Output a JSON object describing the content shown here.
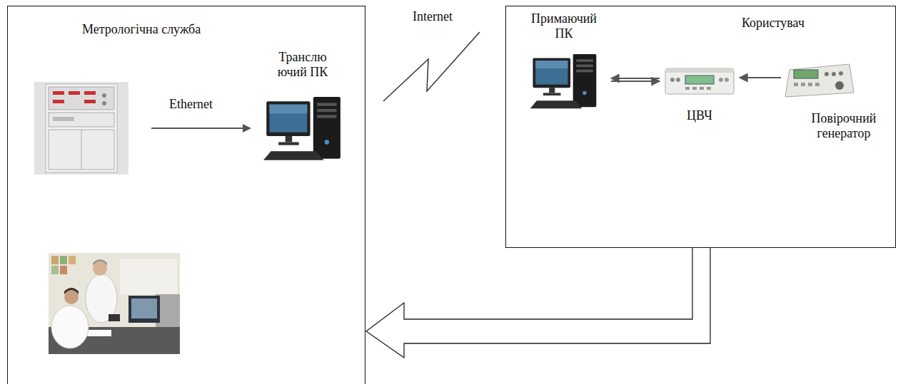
{
  "diagram": {
    "nodes": [
      {
        "text": [
          "Метрологічна служба"
        ]
      },
      {
        "text": [
          "Транслю ючий ПК"
        ],
        "in": 0
      },
      {
        "text": [
          "Користувач"
        ]
      },
      {
        "text": [
          "Примаючий ПК"
        ],
        "in": 2
      },
      {
        "text": [
          "ЦВЧ"
        ],
        "in": 2
      },
      {
        "text": [
          "Повірочний генератор"
        ],
        "in": 2
      }
    ],
    "edges": [
      {
        "from": 3,
        "to": 4,
        "arrow": "to"
      },
      {
        "from": 5,
        "to": 4,
        "arrow": "to"
      },
      {
        "from": 4,
        "to": 3,
        "arrow": "to"
      },
      {
        "from": 2,
        "to": 0,
        "arrow": "to"
      }
    ],
    "labels": [
      "Internet",
      "Ethernet"
    ]
  }
}
